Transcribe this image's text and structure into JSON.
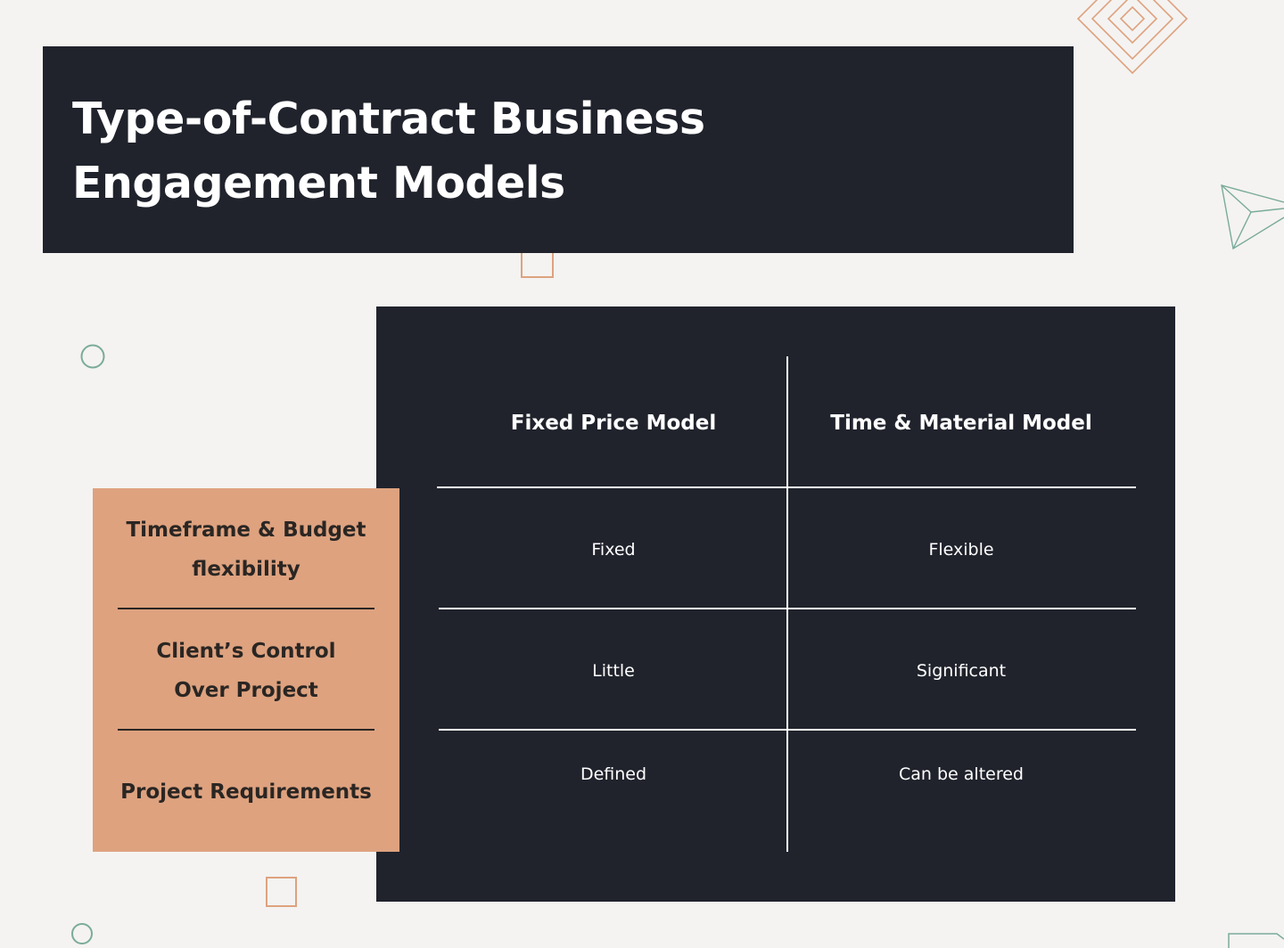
{
  "title": {
    "line1": "Type-of-Contract Business",
    "line2": "Engagement Models"
  },
  "colors": {
    "background": "#f4f3f1",
    "panel": "#20232c",
    "accent_orange": "#dea27f",
    "accent_green": "#7aab9a",
    "text_light": "#ffffff",
    "text_dark": "#2a2623"
  },
  "table": {
    "columns": [
      "Fixed Price Model",
      "Time & Material Model"
    ],
    "criteria": [
      {
        "line1": "Timeframe & Budget",
        "line2": "flexibility"
      },
      {
        "line1": "Client’s Control",
        "line2": "Over Project"
      },
      {
        "line1": "Project Requirements",
        "line2": ""
      }
    ],
    "rows": [
      [
        "Fixed",
        "Flexible"
      ],
      [
        "Little",
        "Significant"
      ],
      [
        "Defined",
        "Can be altered"
      ]
    ]
  }
}
